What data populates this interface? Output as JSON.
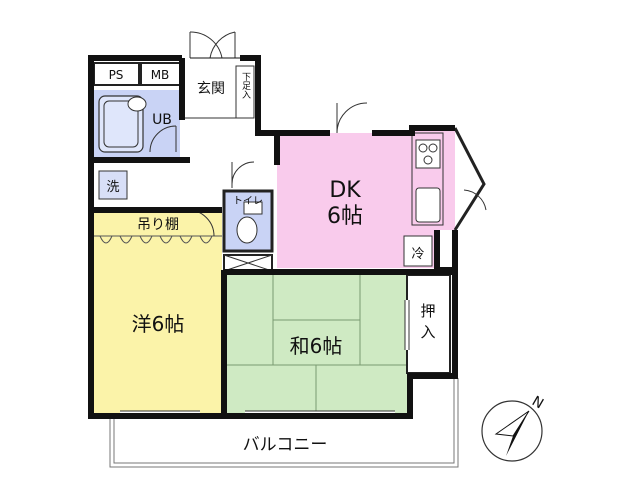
{
  "rooms": {
    "ps": "PS",
    "mb": "MB",
    "entrance": "玄関",
    "shoe_storage": "下足入",
    "unit_bath": "UB",
    "washer": "洗",
    "toilet": "トイレ",
    "hanging_shelf": "吊り棚",
    "dk_line1": "DK",
    "dk_line2": "6帖",
    "fridge": "冷",
    "western_room": "洋6帖",
    "japanese_room": "和6帖",
    "closet_line1": "押",
    "closet_line2": "入",
    "balcony": "バルコニー"
  },
  "compass": {
    "north": "N"
  },
  "colors": {
    "wall": "#111111",
    "unit_bath": "#c9d3f5",
    "dk": "#f9cbec",
    "western_room": "#fbf3a9",
    "japanese_room": "#cfeac3",
    "tatami_line": "#7a9a70"
  }
}
